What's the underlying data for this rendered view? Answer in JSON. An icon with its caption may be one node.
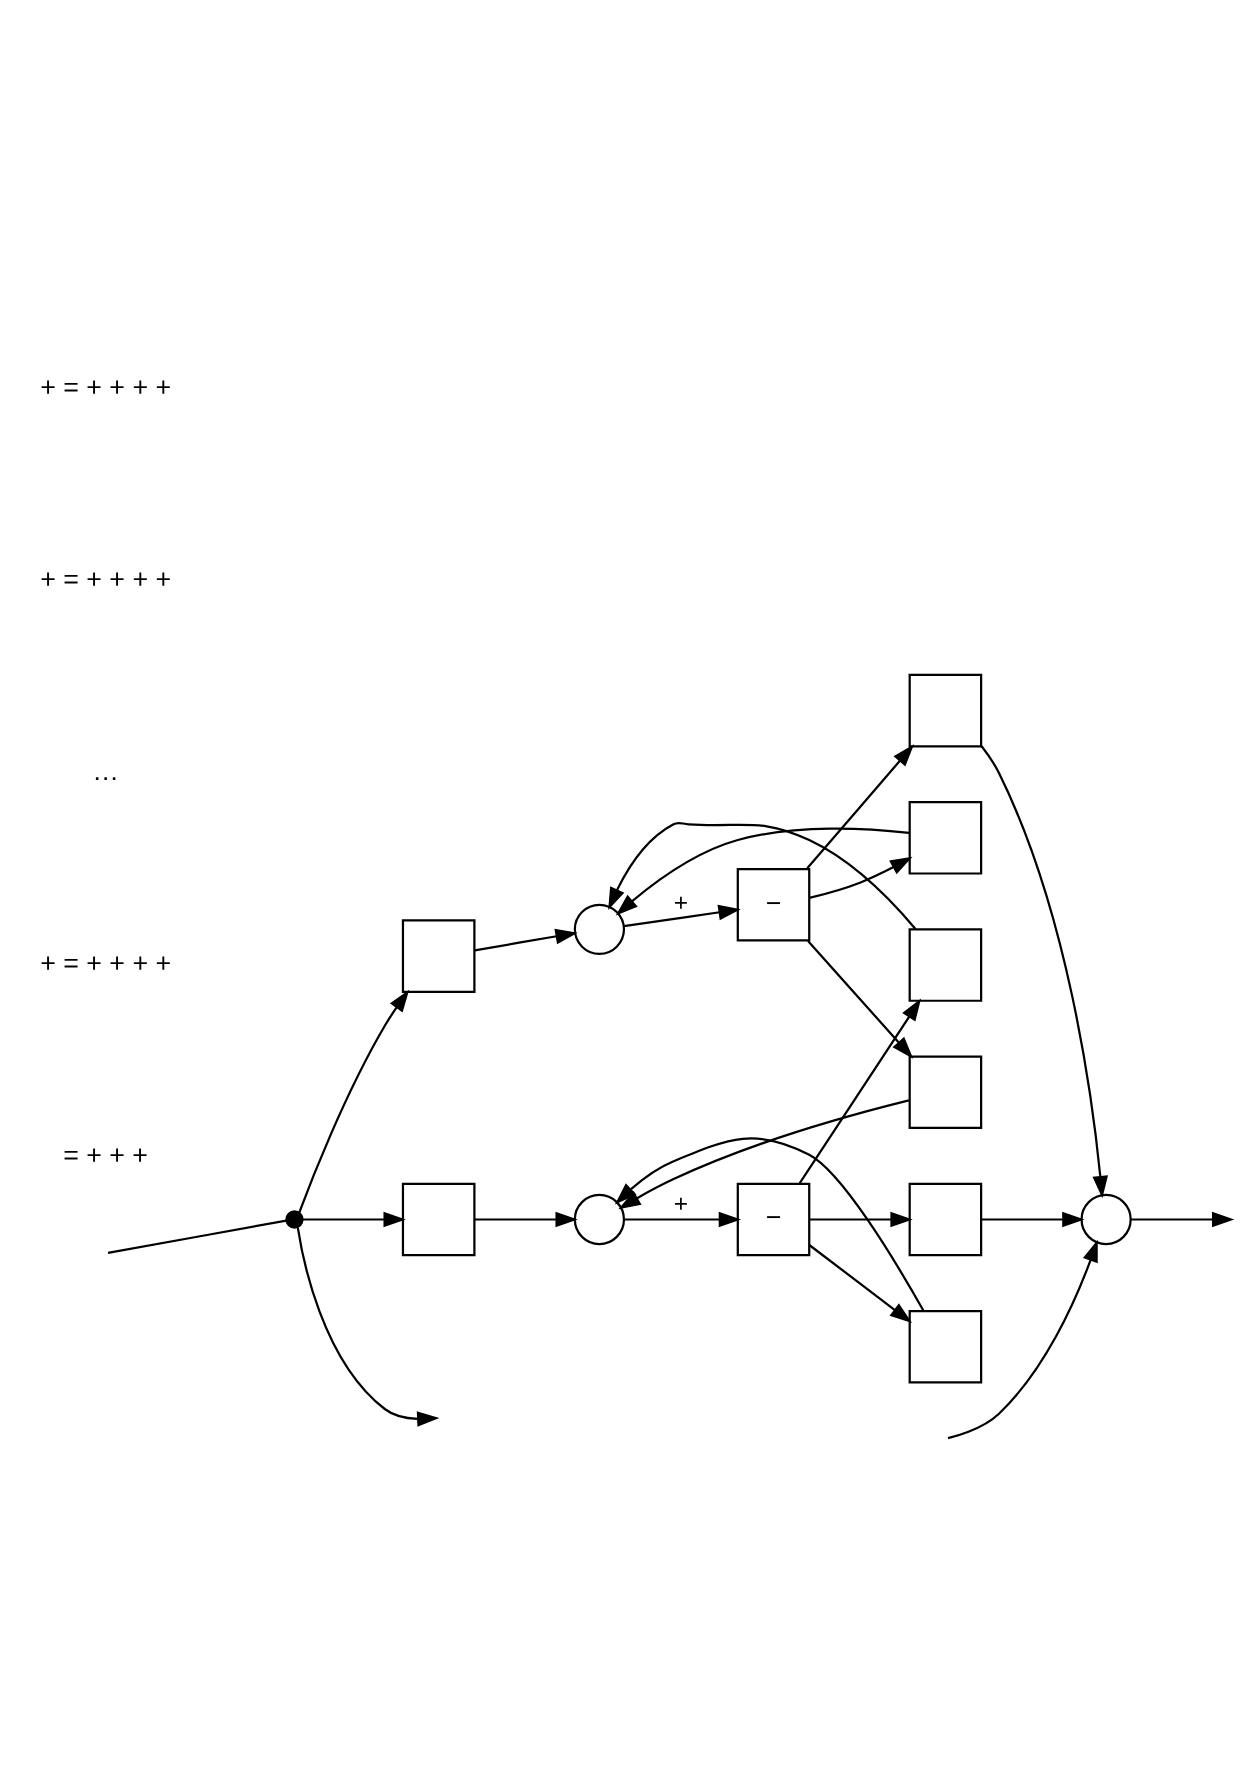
{
  "diagram": {
    "nodes": [
      {
        "text": [],
        "shape": "dot"
      },
      {
        "text": [],
        "shape": "box"
      },
      {
        "text": [],
        "shape": "circle"
      },
      {
        "text": [
          "−"
        ]
      },
      {
        "text": [],
        "shape": "box"
      },
      {
        "text": [],
        "shape": "box"
      },
      {
        "text": [],
        "shape": "box"
      },
      {
        "text": [],
        "shape": "circle"
      },
      {
        "text": [],
        "shape": "box"
      },
      {
        "text": [],
        "shape": "circle"
      },
      {
        "text": [
          "−"
        ]
      },
      {
        "text": [],
        "shape": "box"
      },
      {
        "text": [],
        "shape": "box"
      },
      {
        "text": [],
        "shape": "box"
      }
    ],
    "edges": [
      {
        "from": 0,
        "to": null,
        "arrow": "to"
      },
      {
        "from": null,
        "to": 0,
        "arrow": "none"
      },
      {
        "from": 0,
        "to": 1,
        "arrow": "to"
      },
      {
        "from": 0,
        "to": 8,
        "arrow": "to"
      },
      {
        "from": 1,
        "to": 2,
        "arrow": "to"
      },
      {
        "from": 2,
        "to": 3,
        "arrow": "to",
        "label": "+"
      },
      {
        "from": 3,
        "to": 6,
        "arrow": "to"
      },
      {
        "from": 3,
        "to": 4,
        "arrow": "to"
      },
      {
        "from": 3,
        "to": 11,
        "arrow": "to"
      },
      {
        "from": 4,
        "to": 2,
        "arrow": "to"
      },
      {
        "from": 5,
        "to": 2,
        "arrow": "to"
      },
      {
        "from": 6,
        "to": 7,
        "arrow": "to"
      },
      {
        "from": null,
        "to": 7,
        "arrow": "to"
      },
      {
        "from": 7,
        "to": null,
        "arrow": "to"
      },
      {
        "from": 8,
        "to": 9,
        "arrow": "to"
      },
      {
        "from": 9,
        "to": 10,
        "arrow": "to",
        "label": "+"
      },
      {
        "from": 10,
        "to": 13,
        "arrow": "to"
      },
      {
        "from": 10,
        "to": 5,
        "arrow": "to"
      },
      {
        "from": 10,
        "to": 12,
        "arrow": "to"
      },
      {
        "from": 11,
        "to": 9,
        "arrow": "to"
      },
      {
        "from": 12,
        "to": 9,
        "arrow": "to"
      },
      {
        "from": 13,
        "to": 7,
        "arrow": "to"
      }
    ],
    "labels": [
      "+ = + + + +",
      "+ = + + + +",
      "…",
      "+ = + + + +",
      "= + + +"
    ]
  }
}
